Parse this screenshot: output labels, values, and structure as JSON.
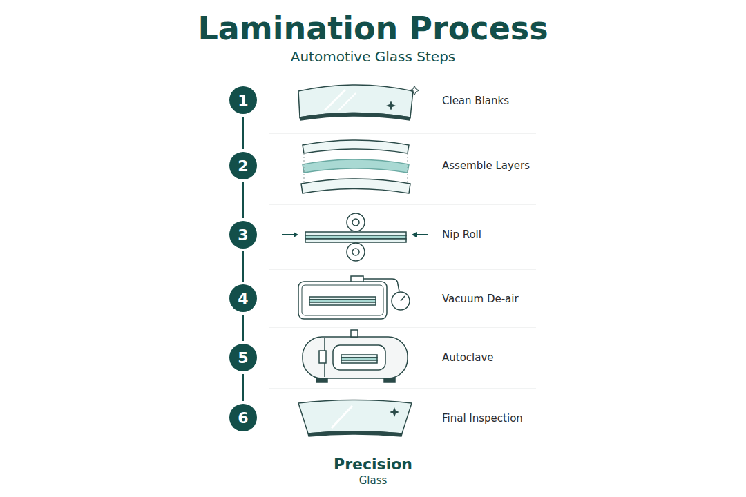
{
  "diagram": {
    "title": "Lamination Process",
    "nodes": [
      {
        "text": [
          "1"
        ]
      },
      {
        "text": [
          "2"
        ]
      },
      {
        "text": [
          "3"
        ]
      },
      {
        "text": [
          "4"
        ]
      },
      {
        "text": [
          "5"
        ]
      },
      {
        "text": [
          "6"
        ]
      }
    ],
    "edges": [
      {
        "from": 0,
        "to": 1,
        "arrow": "none"
      },
      {
        "from": 1,
        "to": 2,
        "arrow": "none"
      },
      {
        "from": 2,
        "to": 3,
        "arrow": "none"
      },
      {
        "from": 3,
        "to": 4,
        "arrow": "none"
      },
      {
        "from": 4,
        "to": 5,
        "arrow": "none"
      }
    ],
    "labels": [
      "Automotive Glass Steps",
      "Clean Blanks",
      "Assemble Layers",
      "Nip Roll",
      "Vacuum De-air",
      "Autoclave",
      "Final Inspection",
      "Precision",
      "Glass"
    ]
  }
}
